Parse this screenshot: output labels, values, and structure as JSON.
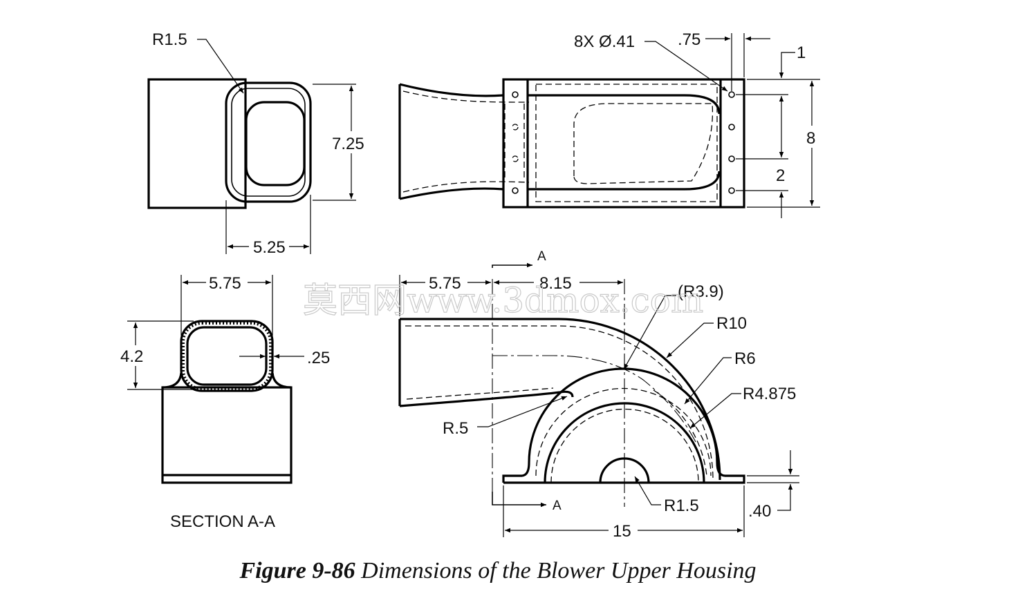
{
  "watermark": "莫西网www.3dmox.com",
  "caption": {
    "number": "Figure 9-86",
    "title": "Dimensions of the Blower Upper Housing"
  },
  "end_view": {
    "radius": "R1.5",
    "height": "7.25",
    "width": "5.25"
  },
  "top_view": {
    "holes": "8X Ø.41",
    "edge": ".75",
    "offset": "1",
    "height": "8",
    "spacing": "2"
  },
  "section_view": {
    "width": "5.75",
    "height": "4.2",
    "wall": ".25",
    "label": "SECTION A-A"
  },
  "front_view": {
    "section_marker": "A",
    "offset_left": "5.75",
    "offset_center": "8.15",
    "ref_radius": "(R3.9)",
    "r_outer": "R10",
    "r_mid": "R6",
    "r_inner": "R4.875",
    "r_fillet": "R.5",
    "r_hole": "R1.5",
    "length": "15",
    "thickness": ".40"
  }
}
